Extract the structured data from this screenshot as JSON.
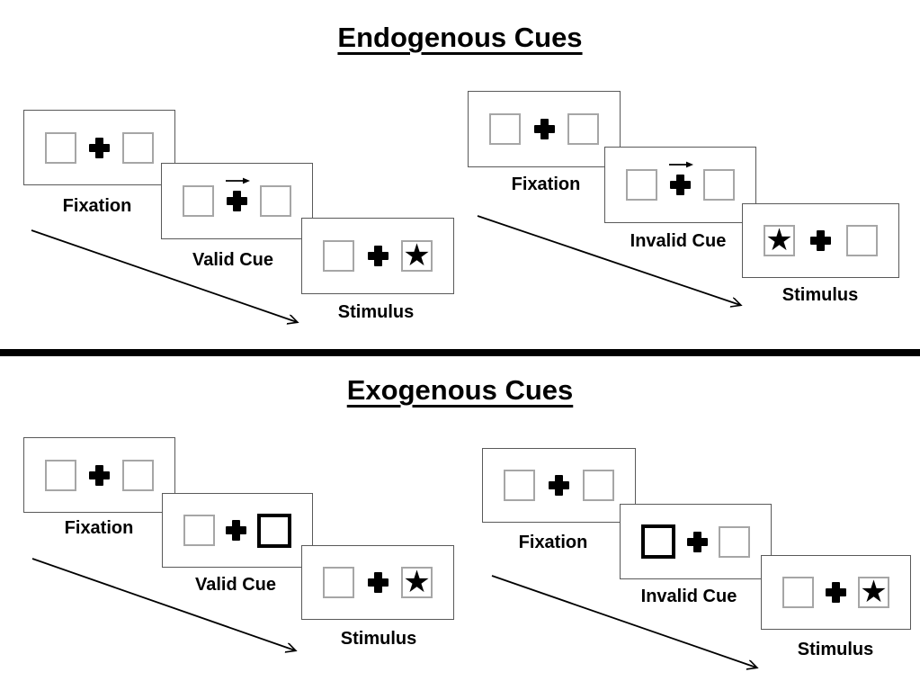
{
  "sections": {
    "endogenous": {
      "title": "Endogenous Cues",
      "valid": {
        "fixation_label": "Fixation",
        "cue_label": "Valid Cue",
        "stimulus_label": "Stimulus"
      },
      "invalid": {
        "fixation_label": "Fixation",
        "cue_label": "Invalid Cue",
        "stimulus_label": "Stimulus"
      }
    },
    "exogenous": {
      "title": "Exogenous Cues",
      "valid": {
        "fixation_label": "Fixation",
        "cue_label": "Valid Cue",
        "stimulus_label": "Stimulus"
      },
      "invalid": {
        "fixation_label": "Fixation",
        "cue_label": "Invalid Cue",
        "stimulus_label": "Stimulus"
      }
    }
  },
  "glyphs": {
    "star": "★"
  },
  "colors": {
    "ink": "#000000",
    "panel_border": "#595959",
    "box_border": "#a6a6a6"
  }
}
